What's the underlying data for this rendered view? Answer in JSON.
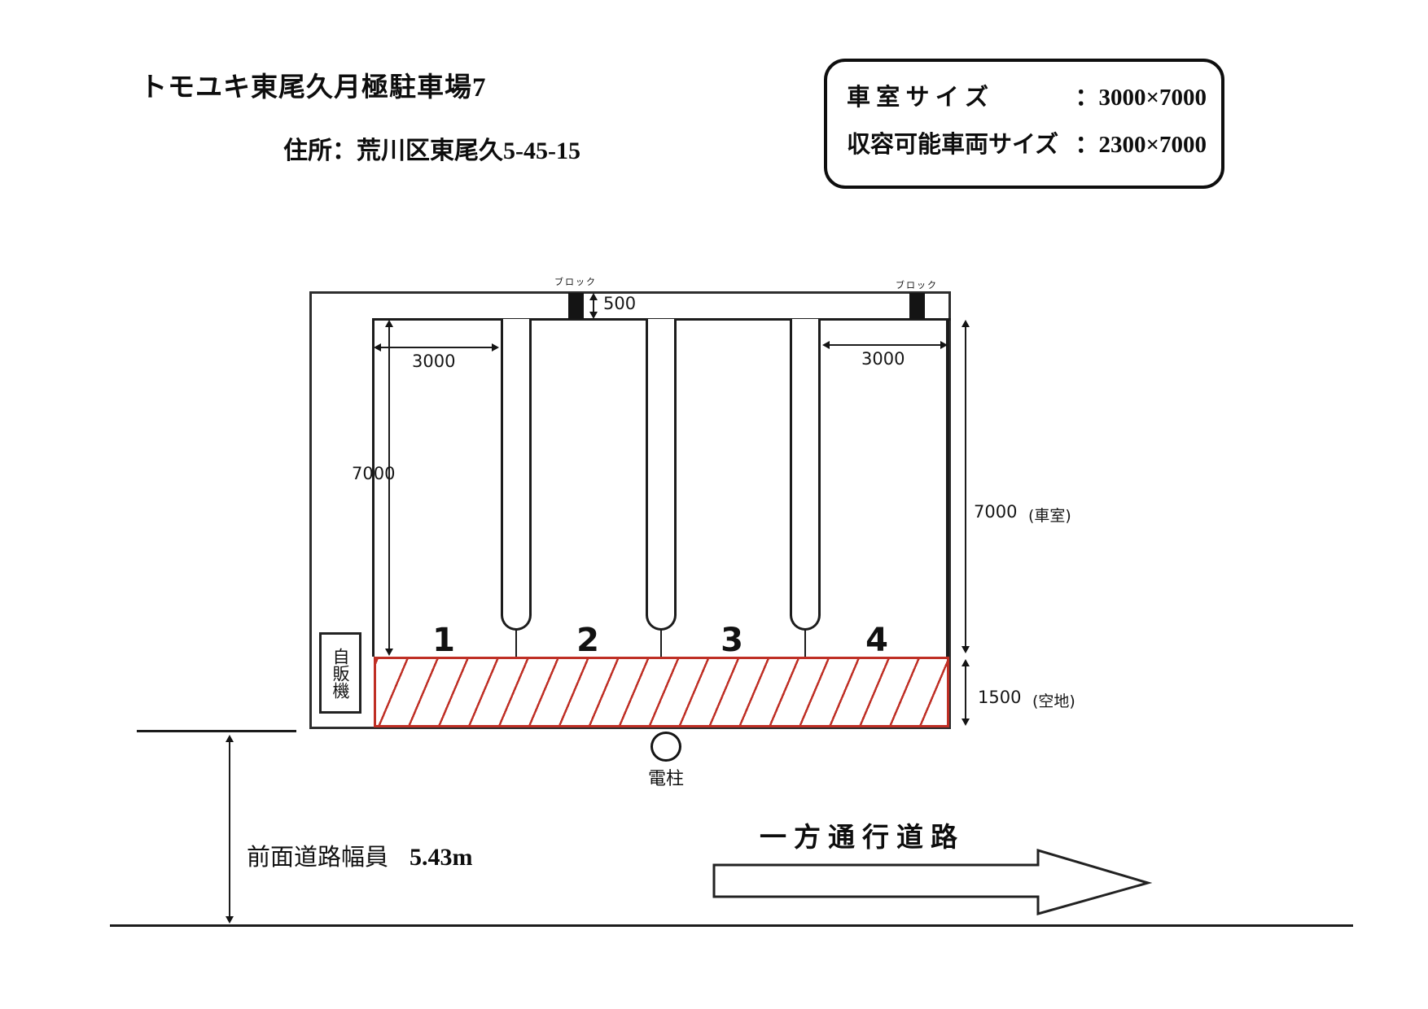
{
  "header": {
    "title": "トモユキ東尾久月極駐車場7",
    "address": "住所：荒川区東尾久5-45-15"
  },
  "spec_box": {
    "rows": [
      {
        "label": "車 室 サ イ ズ",
        "sep": "：",
        "value": "3000×7000"
      },
      {
        "label": "収容可能車両サイズ",
        "sep": "：",
        "value": "2300×7000"
      }
    ]
  },
  "diagram": {
    "block_label_left": "ブロック",
    "block_label_right": "ブロック",
    "dim_500": "500",
    "dim_3000_left": "3000",
    "dim_3000_right": "3000",
    "dim_7000_left": "7000",
    "dim_7000_right": "7000",
    "dim_7000_right_note": "(車室)",
    "dim_1500": "1500",
    "dim_1500_note": "(空地)",
    "stalls": [
      "1",
      "2",
      "3",
      "4"
    ],
    "vending_machine": "自販機",
    "utility_pole": "電柱"
  },
  "road": {
    "width_label": "前面道路幅員",
    "width_value": "5.43m",
    "one_way_label": "一方通行道路"
  },
  "colors": {
    "hatch_red": "#bf2f25",
    "line_black": "#1c1c1c"
  }
}
